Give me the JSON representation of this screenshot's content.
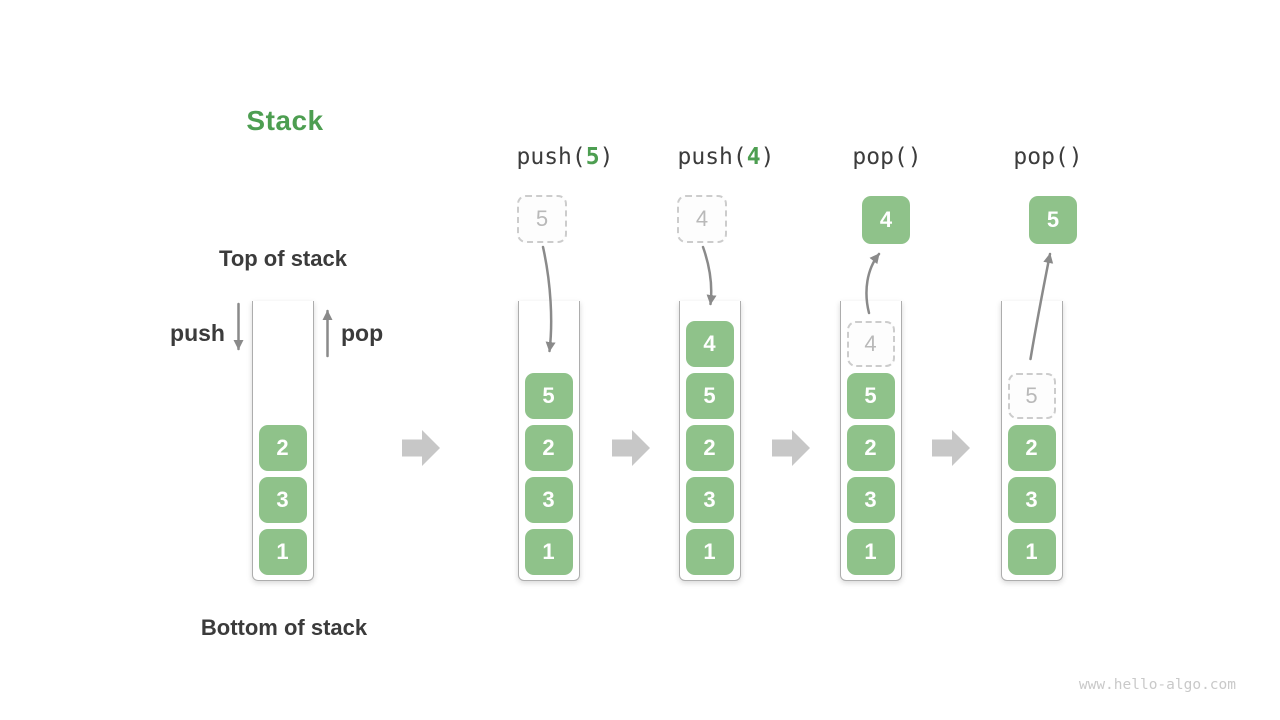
{
  "title": "Stack",
  "watermark": "www.hello-algo.com",
  "colors": {
    "element_green": "#8fc28a",
    "accent_green": "#4d9e51",
    "dark_text": "#3b3b3b",
    "arrow_gray": "#8a8a8a",
    "block_arrow_gray": "#c7c7c7",
    "dashed_border": "#cccccc",
    "dashed_text": "#b9b9b9",
    "container_border": "#adadad",
    "watermark_gray": "#c9c9c9"
  },
  "legend": {
    "top": "Top of stack",
    "bottom": "Bottom of stack",
    "push": "push",
    "pop": "pop"
  },
  "operations": [
    {
      "pre": "push(",
      "arg": "5",
      "post": ")"
    },
    {
      "pre": "push(",
      "arg": "4",
      "post": ")"
    },
    {
      "pre": "pop()",
      "arg": "",
      "post": ""
    },
    {
      "pre": "pop()",
      "arg": "",
      "post": ""
    }
  ],
  "stacks": [
    {
      "name": "initial",
      "items": [
        {
          "value": "2"
        },
        {
          "value": "3"
        },
        {
          "value": "1"
        }
      ]
    },
    {
      "name": "after-push-5",
      "floating": {
        "value": "5",
        "style": "dashed"
      },
      "items": [
        {
          "value": "5"
        },
        {
          "value": "2"
        },
        {
          "value": "3"
        },
        {
          "value": "1"
        }
      ]
    },
    {
      "name": "after-push-4",
      "floating": {
        "value": "4",
        "style": "dashed"
      },
      "items": [
        {
          "value": "4"
        },
        {
          "value": "5"
        },
        {
          "value": "2"
        },
        {
          "value": "3"
        },
        {
          "value": "1"
        }
      ]
    },
    {
      "name": "after-pop-4",
      "floating": {
        "value": "4",
        "style": "solid"
      },
      "items": [
        {
          "value": "4",
          "style": "dashed"
        },
        {
          "value": "5"
        },
        {
          "value": "2"
        },
        {
          "value": "3"
        },
        {
          "value": "1"
        }
      ]
    },
    {
      "name": "after-pop-5",
      "floating": {
        "value": "5",
        "style": "solid"
      },
      "items": [
        {
          "value": "5",
          "style": "dashed"
        },
        {
          "value": "2"
        },
        {
          "value": "3"
        },
        {
          "value": "1"
        }
      ]
    }
  ]
}
